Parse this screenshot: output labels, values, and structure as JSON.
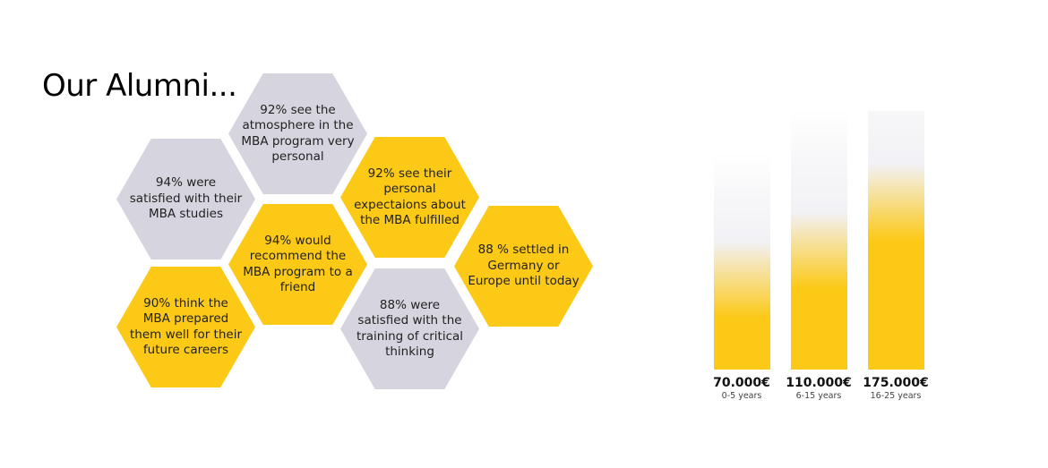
{
  "title": "Our Alumni...",
  "hexagons": [
    {
      "text": "92% see the atmosphere in the MBA program very personal",
      "color": "gray"
    },
    {
      "text": "94% were satisfied with their MBA studies",
      "color": "gray"
    },
    {
      "text": "92% see their personal expectaions about the MBA fulfilled",
      "color": "yellow"
    },
    {
      "text": "94% would recommend the MBA program to a friend",
      "color": "yellow"
    },
    {
      "text": "88 % settled in Germany or Europe until today",
      "color": "yellow"
    },
    {
      "text": "90% think the MBA prepared them well for their future careers",
      "color": "yellow"
    },
    {
      "text": "88% were satisfied with the training of critical thinking",
      "color": "gray"
    }
  ],
  "colors": {
    "yellow": "#fcc917",
    "gray": "#d5d4df"
  },
  "chart_data": {
    "type": "bar",
    "title": "",
    "categories": [
      "0-5 years",
      "6-15 years",
      "16-25 years"
    ],
    "values": [
      70000,
      110000,
      175000
    ],
    "value_labels": [
      "70.000€",
      "110.000€",
      "175.000€"
    ],
    "xlabel": "",
    "ylabel": ""
  }
}
